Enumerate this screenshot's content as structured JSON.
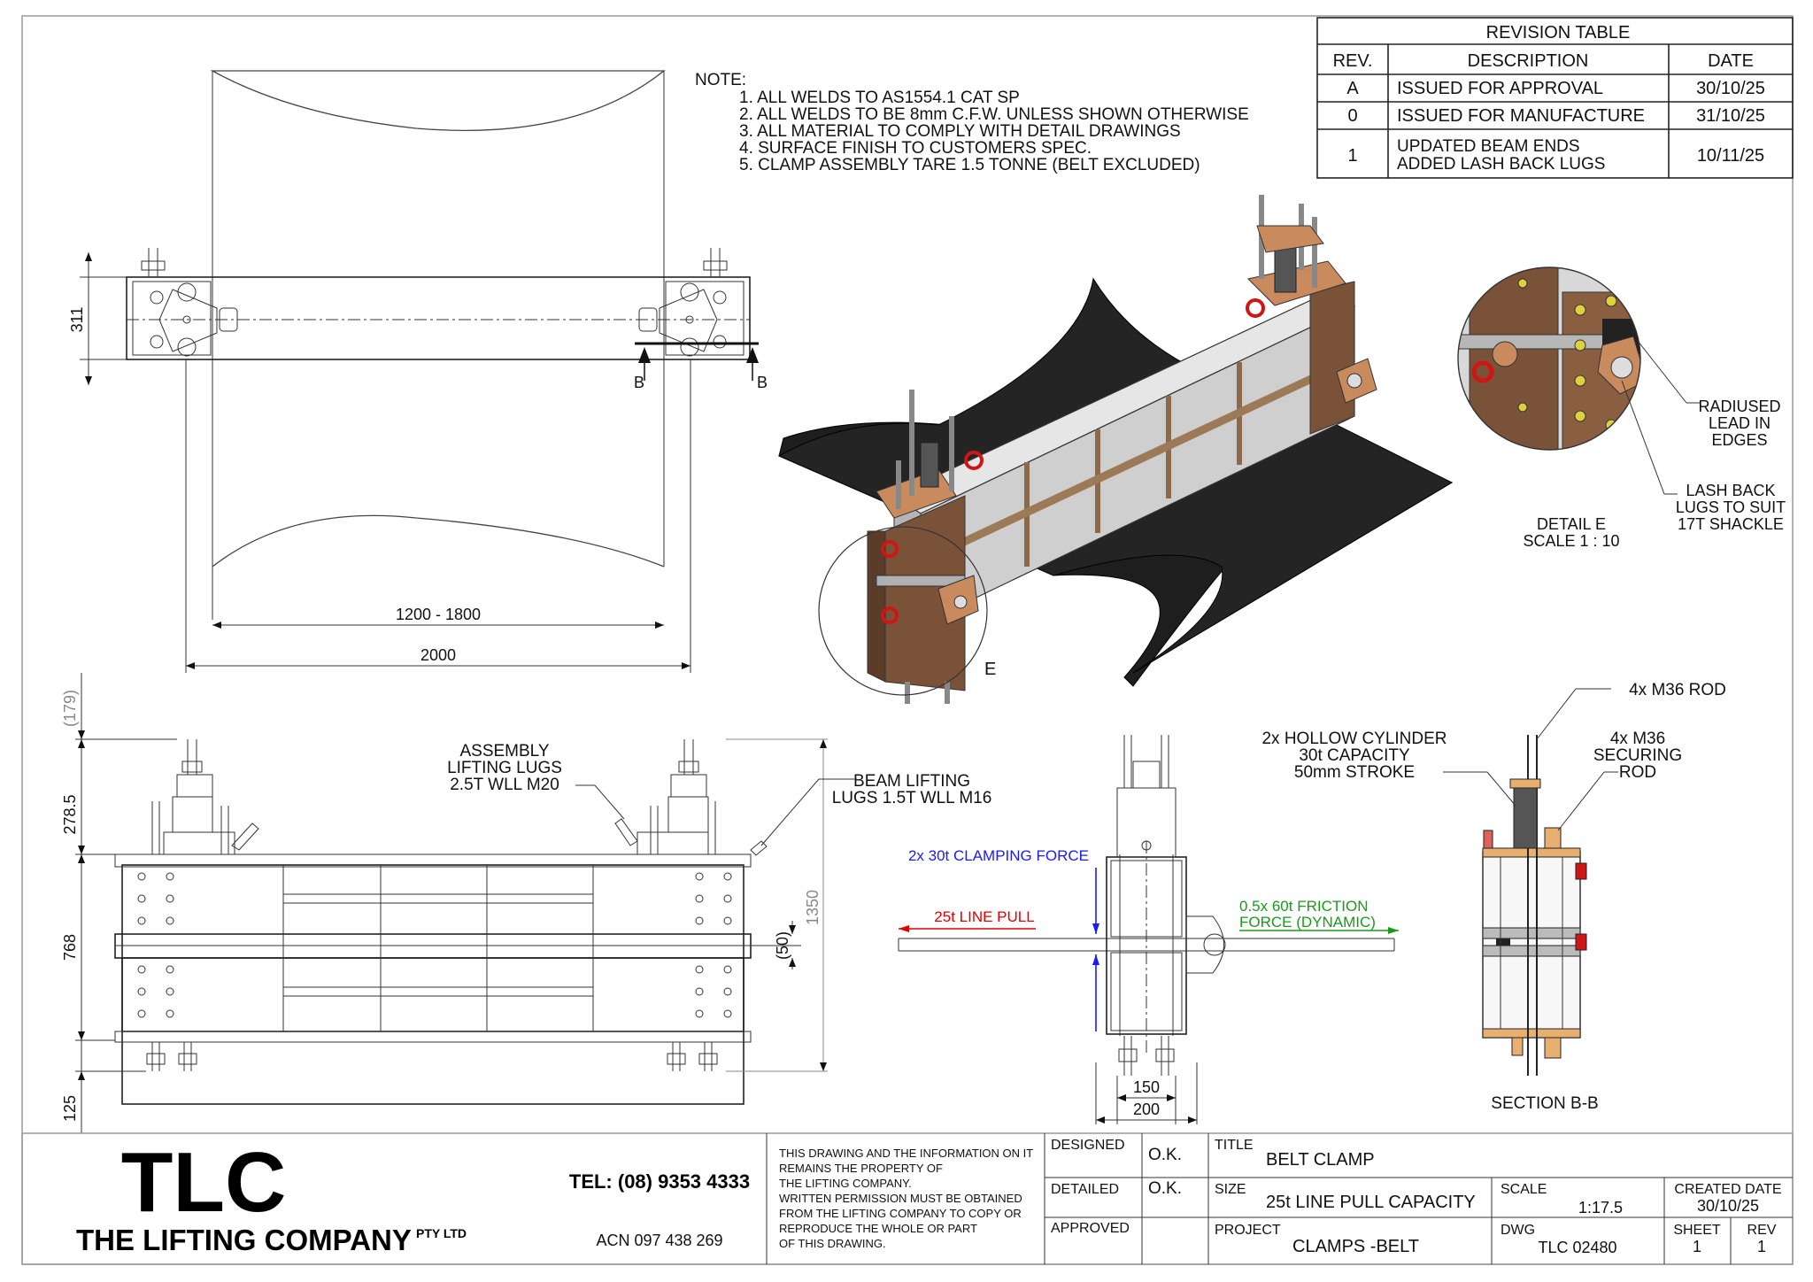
{
  "notes": {
    "heading": "NOTE:",
    "items": [
      "1. ALL WELDS TO AS1554.1 CAT SP",
      "2. ALL WELDS TO BE 8mm C.F.W. UNLESS SHOWN OTHERWISE",
      "3. ALL MATERIAL TO COMPLY WITH DETAIL DRAWINGS",
      "4. SURFACE FINISH TO CUSTOMERS SPEC.",
      "5. CLAMP ASSEMBLY TARE 1.5 TONNE (BELT EXCLUDED)"
    ]
  },
  "revision_table": {
    "title": "REVISION TABLE",
    "headers": [
      "REV.",
      "DESCRIPTION",
      "DATE"
    ],
    "rows": [
      {
        "rev": "A",
        "desc": [
          "ISSUED FOR APPROVAL"
        ],
        "date": "30/10/25"
      },
      {
        "rev": "0",
        "desc": [
          "ISSUED FOR MANUFACTURE"
        ],
        "date": "31/10/25"
      },
      {
        "rev": "1",
        "desc": [
          "UPDATED BEAM ENDS",
          "ADDED LASH BACK LUGS"
        ],
        "date": "10/11/25"
      }
    ]
  },
  "plan_view": {
    "dim_height": "311",
    "dim_inner": "1200 - 1800",
    "dim_overall": "2000",
    "section_mark": "B"
  },
  "iso_view": {
    "detail_ref": "E"
  },
  "detail_e": {
    "title": "DETAIL E",
    "scale": "SCALE 1 : 10",
    "callout_edges": [
      "RADIUSED",
      "LEAD IN",
      "EDGES"
    ],
    "callout_lugs": [
      "LASH BACK",
      "LUGS TO SUIT",
      "17T SHACKLE"
    ]
  },
  "front_view": {
    "dim_top_ref": "(179)",
    "dim_upper": "278.5",
    "dim_main": "768",
    "dim_bottom": "125",
    "dim_belt": "(50)",
    "dim_overall_ref": "1350",
    "callout_assembly_lugs": [
      "ASSEMBLY",
      "LIFTING LUGS",
      "2.5T WLL M20"
    ],
    "callout_beam_lugs": [
      "BEAM LIFTING",
      "LUGS 1.5T WLL M16"
    ]
  },
  "side_view": {
    "clamping_force": "2x 30t CLAMPING FORCE",
    "line_pull": "25t LINE PULL",
    "friction": [
      "0.5x 60t FRICTION",
      "FORCE (DYNAMIC)"
    ],
    "dim_inner": "150",
    "dim_outer": "200",
    "colors": {
      "clamp": "#1a1aff",
      "pull": "#e00000",
      "friction": "#1a9a1a"
    }
  },
  "section_bb": {
    "title": "SECTION B-B",
    "callout_rod": "4x M36 ROD",
    "callout_cylinder": [
      "2x HOLLOW CYLINDER",
      "30t CAPACITY",
      "50mm STROKE"
    ],
    "callout_securing": [
      "4x M36",
      "SECURING",
      "ROD"
    ]
  },
  "title_block": {
    "logo": "TLC",
    "company": "THE LIFTING COMPANY",
    "company_suffix": "PTY LTD",
    "tel": "TEL: (08) 9353 4333",
    "acn": "ACN 097 438 269",
    "disclaimer": [
      "THIS DRAWING AND THE INFORMATION ON IT",
      "REMAINS THE PROPERTY OF",
      "THE LIFTING COMPANY.",
      "WRITTEN PERMISSION MUST BE OBTAINED",
      "FROM THE LIFTING COMPANY TO COPY OR",
      "REPRODUCE THE WHOLE OR PART",
      "OF THIS DRAWING."
    ],
    "designed_label": "DESIGNED",
    "designed_by": "O.K.",
    "detailed_label": "DETAILED",
    "detailed_by": "O.K.",
    "approved_label": "APPROVED",
    "title_label": "TITLE",
    "title": "BELT CLAMP",
    "size_label": "SIZE",
    "size": "25t LINE PULL CAPACITY",
    "scale_label": "SCALE",
    "scale": "1:17.5",
    "created_label": "CREATED DATE",
    "created": "30/10/25",
    "project_label": "PROJECT",
    "project": "CLAMPS -BELT",
    "dwg_label": "DWG",
    "dwg": "TLC 02480",
    "sheet_label": "SHEET",
    "sheet": "1",
    "rev_label": "REV",
    "rev": "1"
  }
}
